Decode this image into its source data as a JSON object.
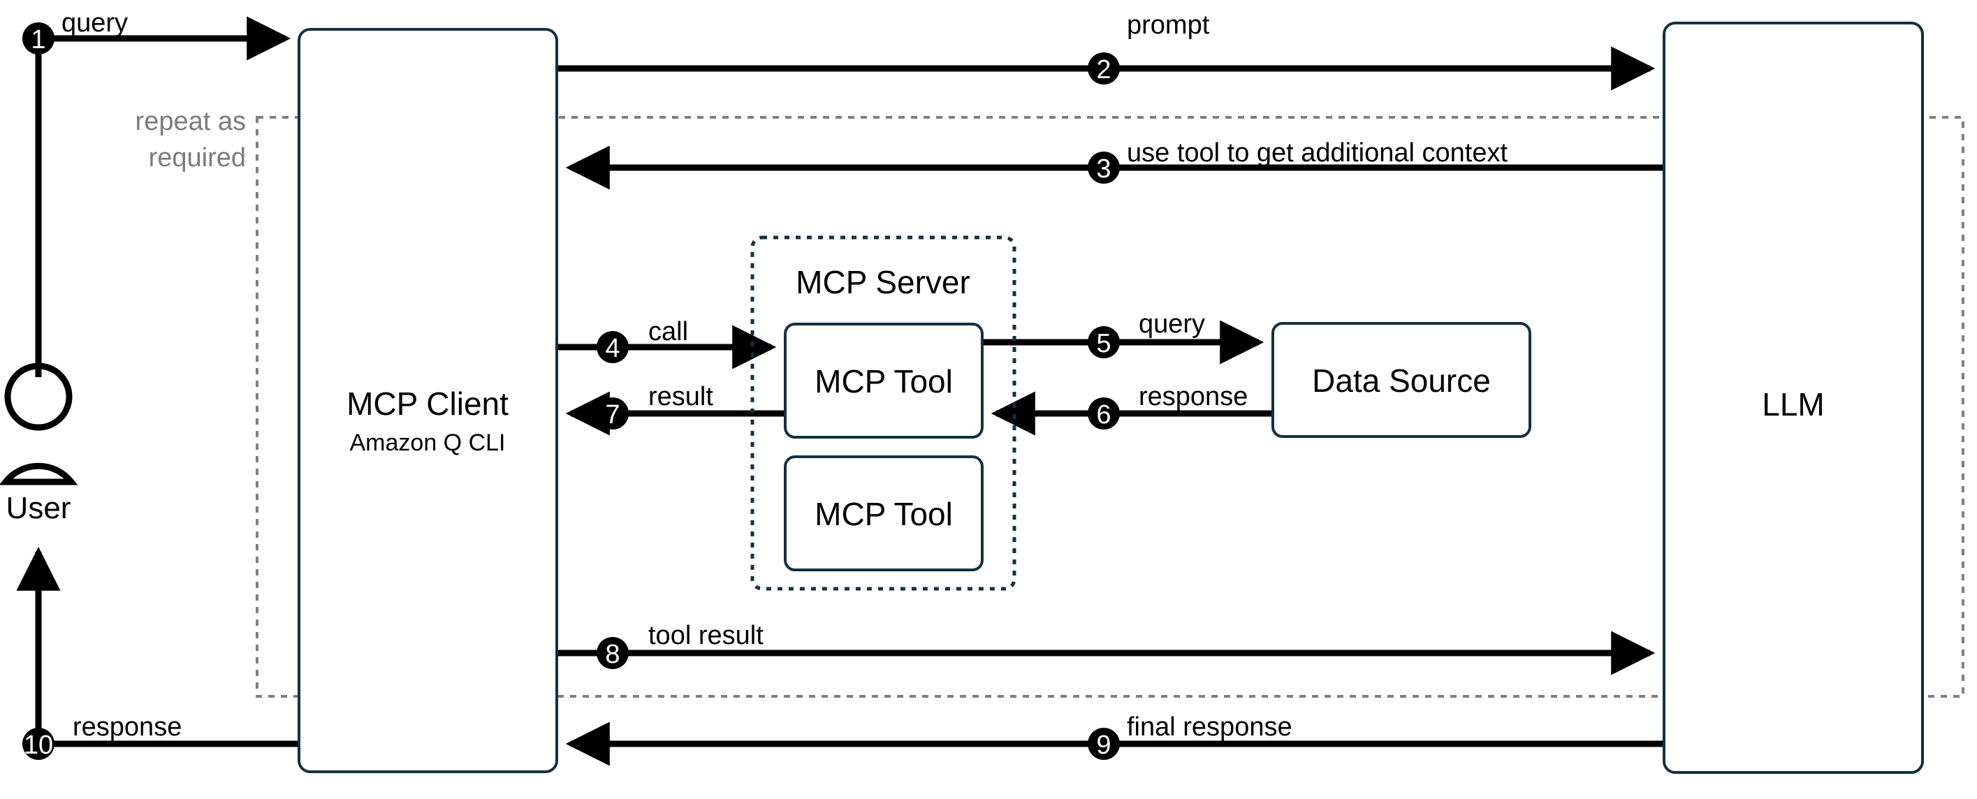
{
  "diagram": {
    "title": "MCP architecture flow with Amazon Q CLI",
    "type": "flow-diagram",
    "colors": {
      "node_border": "#16303d",
      "node_fill": "#ffffff",
      "flow_line": "#000000",
      "marker_fill": "#000000",
      "marker_text": "#ffffff",
      "group_dashed_grey": "#808080",
      "group_dashed_navy": "#16303d",
      "group_label_text": "#7c7c7c",
      "background": "#ffffff"
    }
  },
  "actors": {
    "user": {
      "label": "User",
      "icon": "user-actor-icon"
    }
  },
  "nodes": [
    {
      "id": "mcp-client",
      "title": "MCP Client",
      "subtitle": "Amazon Q CLI"
    },
    {
      "id": "mcp-server",
      "title": "MCP Server",
      "subtitle": ""
    },
    {
      "id": "mcp-tool-1",
      "title": "MCP Tool",
      "subtitle": ""
    },
    {
      "id": "mcp-tool-2",
      "title": "MCP Tool",
      "subtitle": ""
    },
    {
      "id": "data-source",
      "title": "Data Source",
      "subtitle": ""
    },
    {
      "id": "llm",
      "title": "LLM",
      "subtitle": ""
    }
  ],
  "groups": [
    {
      "id": "repeat-group",
      "label_line1": "repeat as",
      "label_line2": "required",
      "style": "dashed-grey"
    },
    {
      "id": "mcp-server-group",
      "label": "MCP Server",
      "style": "dashed-navy"
    }
  ],
  "steps": [
    {
      "number": "1",
      "label": "query",
      "from": "user",
      "to": "mcp-client"
    },
    {
      "number": "2",
      "label": "prompt",
      "from": "mcp-client",
      "to": "llm"
    },
    {
      "number": "3",
      "label": "use tool to get additional context",
      "from": "llm",
      "to": "mcp-client"
    },
    {
      "number": "4",
      "label": "call",
      "from": "mcp-client",
      "to": "mcp-tool-1"
    },
    {
      "number": "5",
      "label": "query",
      "from": "mcp-tool-1",
      "to": "data-source"
    },
    {
      "number": "6",
      "label": "response",
      "from": "data-source",
      "to": "mcp-tool-1"
    },
    {
      "number": "7",
      "label": "result",
      "from": "mcp-tool-1",
      "to": "mcp-client"
    },
    {
      "number": "8",
      "label": "tool result",
      "from": "mcp-client",
      "to": "llm"
    },
    {
      "number": "9",
      "label": "final response",
      "from": "llm",
      "to": "mcp-client"
    },
    {
      "number": "10",
      "label": "response",
      "from": "mcp-client",
      "to": "user"
    }
  ]
}
